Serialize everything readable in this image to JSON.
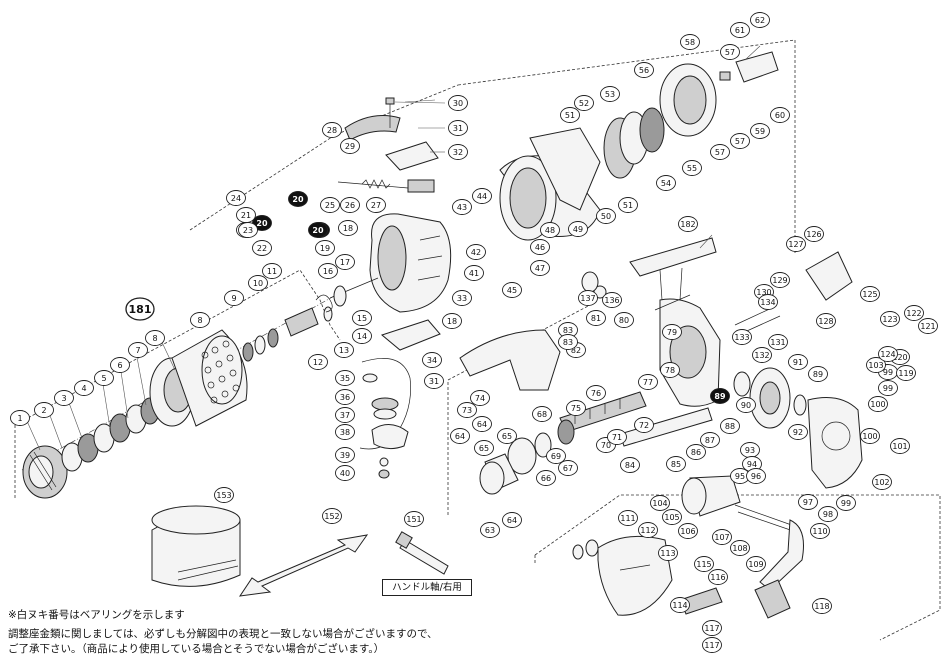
{
  "diagram": {
    "parts": [
      "1",
      "2",
      "3",
      "4",
      "5",
      "6",
      "7",
      "8",
      "8",
      "9",
      "10",
      "11",
      "12",
      "13",
      "14",
      "15",
      "16",
      "17",
      "18",
      "18",
      "19",
      "20",
      "20",
      "20",
      "20",
      "21",
      "21",
      "22",
      "23",
      "24",
      "25",
      "26",
      "27",
      "28",
      "29",
      "30",
      "31",
      "31",
      "32",
      "33",
      "34",
      "35",
      "36",
      "37",
      "38",
      "39",
      "40",
      "41",
      "42",
      "43",
      "44",
      "45",
      "46",
      "47",
      "48",
      "49",
      "50",
      "51",
      "51",
      "52",
      "53",
      "54",
      "55",
      "56",
      "57",
      "57",
      "57",
      "58",
      "59",
      "60",
      "61",
      "62",
      "63",
      "64",
      "64",
      "64",
      "65",
      "65",
      "66",
      "67",
      "68",
      "69",
      "70",
      "71",
      "72",
      "73",
      "74",
      "75",
      "76",
      "77",
      "78",
      "79",
      "80",
      "81",
      "82",
      "83",
      "83",
      "84",
      "85",
      "86",
      "87",
      "88",
      "89",
      "89",
      "90",
      "91",
      "92",
      "93",
      "94",
      "95",
      "96",
      "97",
      "98",
      "99",
      "99",
      "99",
      "100",
      "100",
      "101",
      "102",
      "103",
      "104",
      "105",
      "106",
      "107",
      "108",
      "109",
      "110",
      "111",
      "112",
      "113",
      "114",
      "115",
      "116",
      "117",
      "117",
      "118",
      "119",
      "120",
      "121",
      "122",
      "123",
      "124",
      "125",
      "126",
      "127",
      "128",
      "129",
      "130",
      "131",
      "132",
      "133",
      "134",
      "136",
      "137",
      "151",
      "152",
      "153",
      "181",
      "182"
    ],
    "bearing_parts": [
      "20",
      "55",
      "63",
      "67",
      "87",
      "89"
    ],
    "group_labels": [
      "181",
      "118"
    ]
  },
  "labels": {
    "handle_shaft": "ハンドル軸/右用"
  },
  "notes": {
    "bearing": "※白ヌキ番号はベアリングを示します",
    "shim_line1": "調整座金類に関しましては、必ずしも分解図中の表現と一致しない場合がございますので、",
    "shim_line2": "ご了承下さい。（商品により使用している場合とそうでない場合がございます。）"
  }
}
